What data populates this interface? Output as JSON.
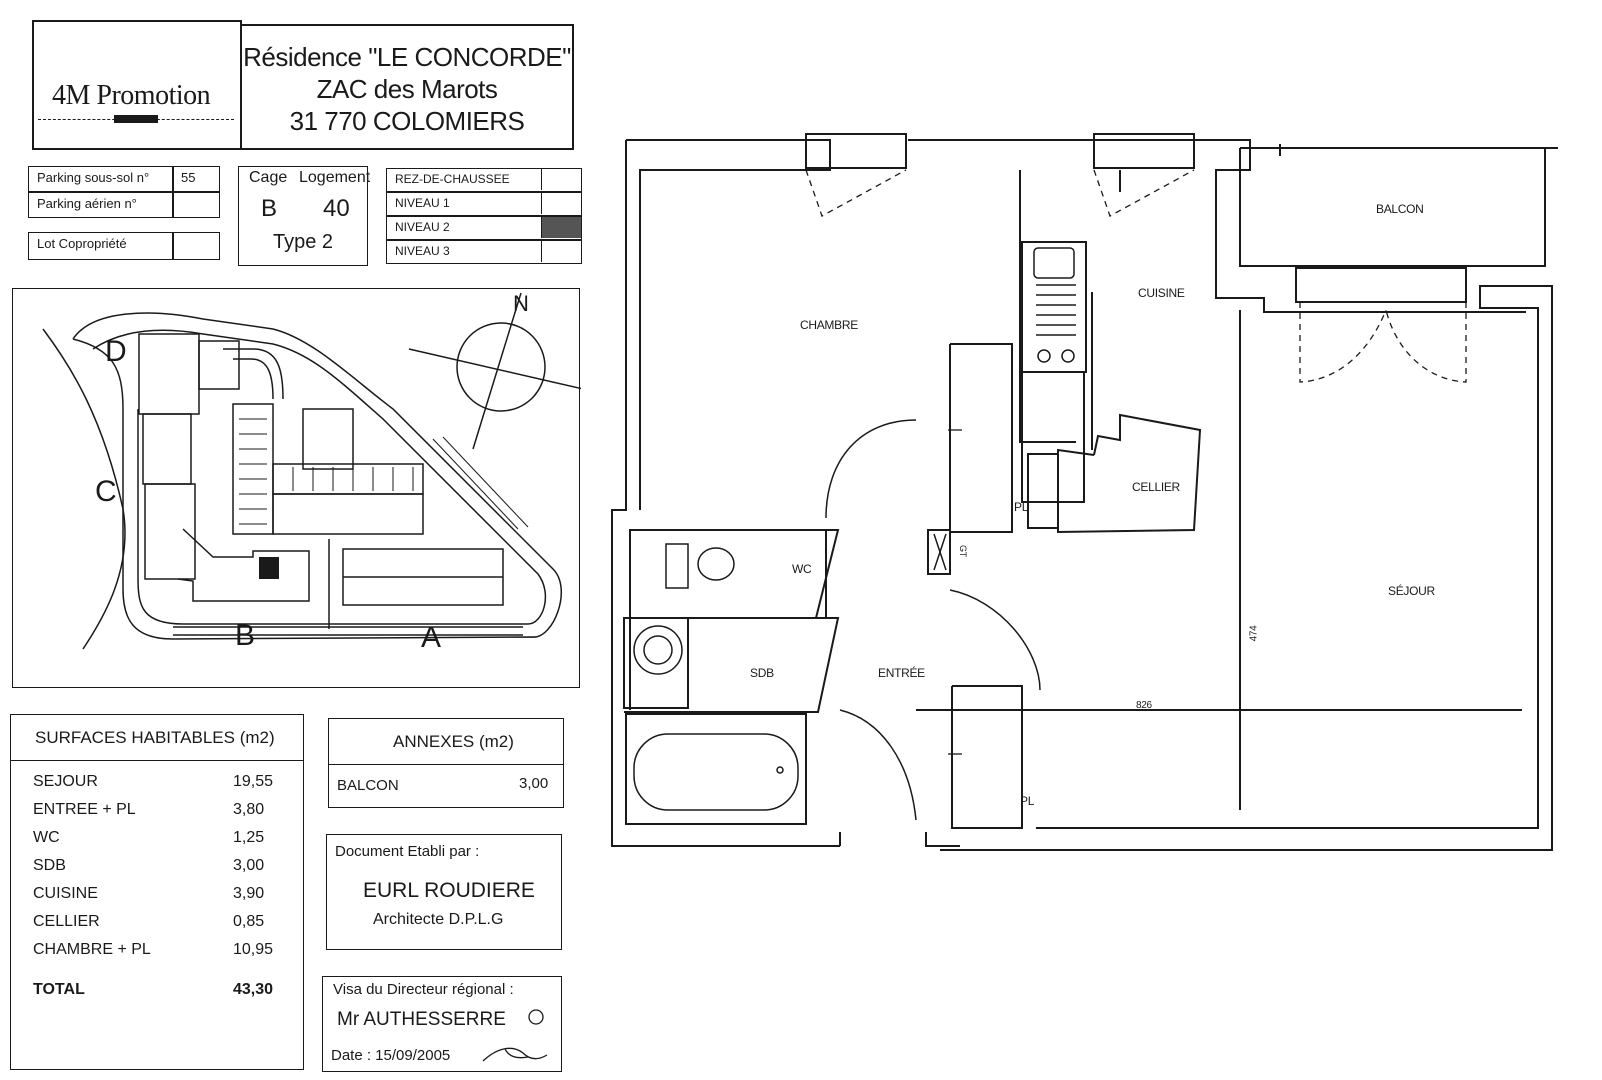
{
  "header": {
    "company": "4M Promotion",
    "residence_lines": [
      "Résidence \"LE CONCORDE\"",
      "ZAC des Marots",
      "31 770 COLOMIERS"
    ]
  },
  "parking": {
    "sous_sol_label": "Parking sous-sol n°",
    "sous_sol_value": "55",
    "aerien_label": "Parking aérien n°",
    "aerien_value": "",
    "lot_label": "Lot Copropriété",
    "lot_value": ""
  },
  "unit": {
    "cage_label": "Cage",
    "logement_label": "Logement",
    "cage_value": "B",
    "logement_value": "40",
    "type": "Type 2"
  },
  "levels": [
    {
      "label": "REZ-DE-CHAUSSEE",
      "selected": false
    },
    {
      "label": "NIVEAU 1",
      "selected": false
    },
    {
      "label": "NIVEAU 2",
      "selected": true
    },
    {
      "label": "NIVEAU 3",
      "selected": false
    }
  ],
  "site_plan": {
    "north": "N",
    "buildings": [
      "D",
      "C",
      "B",
      "A"
    ]
  },
  "surfaces": {
    "title": "SURFACES HABITABLES (m2)",
    "rows": [
      {
        "name": "SEJOUR",
        "value": "19,55"
      },
      {
        "name": "ENTREE + PL",
        "value": "3,80"
      },
      {
        "name": "WC",
        "value": "1,25"
      },
      {
        "name": "SDB",
        "value": "3,00"
      },
      {
        "name": "CUISINE",
        "value": "3,90"
      },
      {
        "name": "CELLIER",
        "value": "0,85"
      },
      {
        "name": "CHAMBRE + PL",
        "value": "10,95"
      }
    ],
    "total_label": "TOTAL",
    "total_value": "43,30"
  },
  "annexes": {
    "title": "ANNEXES (m2)",
    "name": "BALCON",
    "value": "3,00"
  },
  "document": {
    "established_by": "Document Etabli par :",
    "firm": "EURL ROUDIERE",
    "title": "Architecte D.P.L.G"
  },
  "visa": {
    "label": "Visa du Directeur régional :",
    "name": "Mr AUTHESSERRE",
    "date": "Date : 15/09/2005"
  },
  "floor_plan": {
    "rooms": {
      "balcon": "BALCON",
      "cuisine": "CUISINE",
      "chambre": "CHAMBRE",
      "cellier": "CELLIER",
      "wc": "WC",
      "sejour": "SÉJOUR",
      "sdb": "SDB",
      "entree": "ENTRÉE"
    },
    "pl_labels": [
      "PL",
      "PL"
    ],
    "gt_label": "GT",
    "dimensions": [
      "474",
      "826"
    ]
  }
}
